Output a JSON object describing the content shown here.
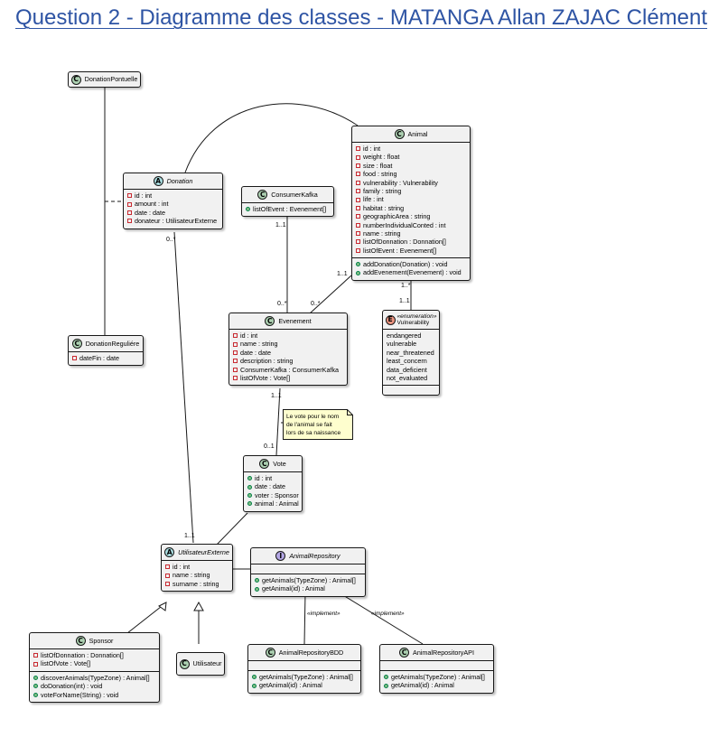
{
  "title": "Question 2 - Diagramme des classes - MATANGA Allan ZAJAC Clément",
  "colors": {
    "title": "#2e54a4",
    "class_bg": "#f1f1f1",
    "class_icon": "#add1b2",
    "abstract_icon": "#a9dcdf",
    "interface_icon": "#b4a7e5",
    "enum_icon": "#eb937f",
    "note_bg": "#fefece",
    "private_marker": "#c82930",
    "public_marker": "#84be84"
  },
  "classes": {
    "donationPonctuelle": {
      "icon": "C",
      "name": "DonationPontuelle"
    },
    "donation": {
      "icon": "A",
      "name": "Donation",
      "fields": [
        "id : int",
        "amount : int",
        "date : date",
        "donateur : UtilisateurExterne"
      ]
    },
    "donationReguliere": {
      "icon": "C",
      "name": "DonationReguliére",
      "fields": [
        "dateFin : date"
      ]
    },
    "animal": {
      "icon": "C",
      "name": "Animal",
      "fields": [
        "id : int",
        "weight : float",
        "size : float",
        "food : string",
        "vulnerability : Vulnerability",
        "family : string",
        "life : int",
        "habitat : string",
        "geographicArea : string",
        "numberIndividualConted : int",
        "name : string",
        "listOfDonnation : Donnation[]",
        "listOfEvent : Evenement[]"
      ],
      "methods": [
        "addDonation(Donation) : void",
        "addEvenement(Evenement) : void"
      ]
    },
    "consumerKafka": {
      "icon": "C",
      "name": "ConsumerKafka",
      "fields": [
        "listOfEvent : Evenement[]"
      ]
    },
    "evenement": {
      "icon": "C",
      "name": "Evenement",
      "fields": [
        "id : int",
        "name : string",
        "date : date",
        "description : string",
        "ConsumerKafka : ConsumerKafka",
        "listOfVote : Vote[]"
      ]
    },
    "vulnerability": {
      "icon": "E",
      "stereotype": "«enumeration»",
      "name": "Vulnerability",
      "values": [
        "endangered",
        "vulnerable",
        "near_threatened",
        "least_concern",
        "data_deficient",
        "not_evaluated"
      ]
    },
    "vote": {
      "icon": "C",
      "name": "Vote",
      "fields": [
        "id : int",
        "date : date",
        "voter : Sponsor",
        "animal : Animal"
      ]
    },
    "utilisateurExterne": {
      "icon": "A",
      "name": "UtilisateurExterne",
      "fields": [
        "id : int",
        "name : string",
        "surname : string"
      ]
    },
    "animalRepository": {
      "icon": "I",
      "name": "AnimalRepository",
      "methods": [
        "getAnimals(TypeZone) : Animal[]",
        "getAnimal(id) : Animal"
      ]
    },
    "sponsor": {
      "icon": "C",
      "name": "Sponsor",
      "fields": [
        "listOfDonnation : Donnation[]",
        "listOfVote : Vote[]"
      ],
      "methods": [
        "discoverAnimals(TypeZone) : Animal[]",
        "doDonation(int) : void",
        "voteForName(String) : void"
      ]
    },
    "utilisateur": {
      "icon": "C",
      "name": "Utilisateur"
    },
    "animalRepositoryBDD": {
      "icon": "C",
      "name": "AnimalRepositoryBDD",
      "methods": [
        "getAnimals(TypeZone) : Animal[]",
        "getAnimal(id) : Animal"
      ]
    },
    "animalRepositoryAPI": {
      "icon": "C",
      "name": "AnimalRepositoryAPI",
      "methods": [
        "getAnimals(TypeZone) : Animal[]",
        "getAnimal(id) : Animal"
      ]
    }
  },
  "multiplicities": {
    "donation_user": "0..*",
    "user_donation": "1..1",
    "ck_top": "1..1",
    "ck_bottom": "0..*",
    "animal_event": "1..1",
    "event_animal": "0..*",
    "animal_vuln": "1..*",
    "vuln_animal": "1..1",
    "event_vote": "1..1",
    "vote_event": "0..1"
  },
  "stereotypes": {
    "implement_bdd": "«implement»",
    "implement_api": "«implement»"
  },
  "note": {
    "lines": [
      "Le vote pour le nom",
      "de l'animal se fait",
      "lors de sa naissance"
    ]
  }
}
